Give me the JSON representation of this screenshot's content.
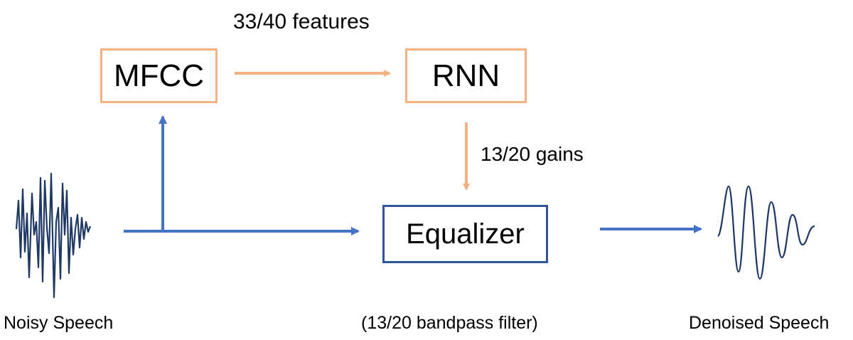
{
  "nodes": {
    "mfcc": "MFCC",
    "rnn": "RNN",
    "equalizer": "Equalizer"
  },
  "edges": {
    "mfcc_to_rnn": "33/40 features",
    "rnn_to_equalizer": "13/20 gains"
  },
  "captions": {
    "input": "Noisy Speech",
    "equalizer": "(13/20 bandpass filter)",
    "output": "Denoised Speech"
  },
  "colors": {
    "orange": "#f4b183",
    "blue_arrow": "#4472c4",
    "blue_box": "#2f5597",
    "wave": "#203864"
  }
}
